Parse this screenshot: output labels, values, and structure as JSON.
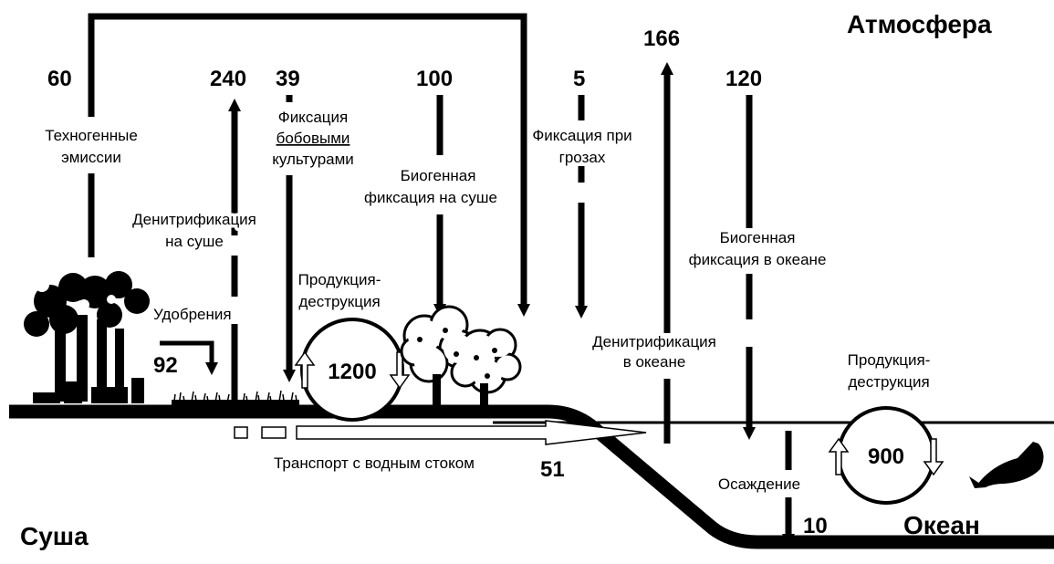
{
  "regions": {
    "atmosphere": "Атмосфера",
    "land": "Суша",
    "ocean": "Океан"
  },
  "fluxes": {
    "technogenic": {
      "value": "60",
      "label": [
        "Техногенные",
        "эмиссии"
      ]
    },
    "land_denitrification": {
      "value": "240",
      "label": [
        "Денитрификация",
        "на суше"
      ]
    },
    "legume_fixation": {
      "value": "39",
      "label": [
        "Фиксация",
        "бобовыми",
        "культурами"
      ]
    },
    "land_biogenic_fixation": {
      "value": "100",
      "label": [
        "Биогенная",
        "фиксация на суше"
      ]
    },
    "lightning_fixation": {
      "value": "5",
      "label": [
        "Фиксация при",
        "грозах"
      ]
    },
    "ocean_denitrification": {
      "value": "166",
      "label": [
        "Денитрификация",
        "в океане"
      ]
    },
    "ocean_biogenic_fixation": {
      "value": "120",
      "label": [
        "Биогенная",
        "фиксация в океане"
      ]
    },
    "fertilizers": {
      "value": "92",
      "label": [
        "Удобрения"
      ]
    },
    "runoff": {
      "value": "51",
      "label": [
        "Транспорт с водным стоком"
      ]
    },
    "sedimentation": {
      "value": "10",
      "label": [
        "Осаждение"
      ]
    }
  },
  "cycles": {
    "land": {
      "value": "1200",
      "label": [
        "Продукция-",
        "деструкция"
      ]
    },
    "ocean": {
      "value": "900",
      "label": [
        "Продукция-",
        "деструкция"
      ]
    }
  },
  "icons": [
    "factory-icon",
    "grass-icon",
    "tree-icon",
    "fish-icon",
    "circular-arrow-icon"
  ]
}
